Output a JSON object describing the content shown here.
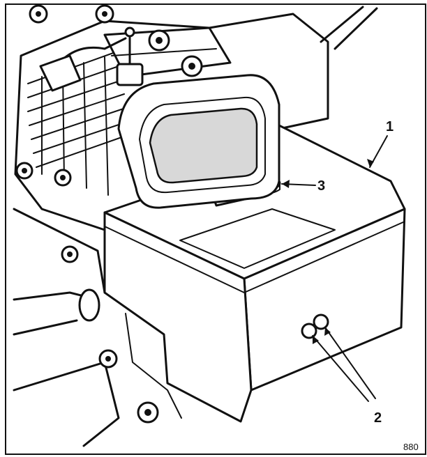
{
  "callouts": {
    "part1": "1",
    "part2": "2",
    "part3": "3"
  },
  "figure_number": "880"
}
